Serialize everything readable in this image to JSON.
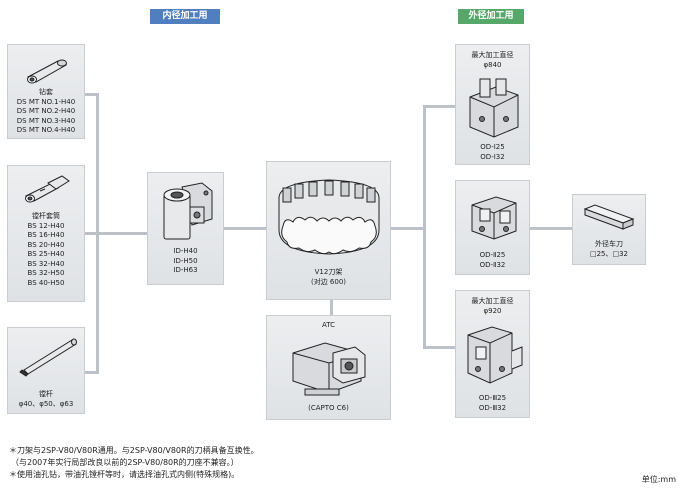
{
  "headers": {
    "inner": "内径加工用",
    "outer": "外径加工用"
  },
  "inner_tools": [
    {
      "name": "钻套",
      "models": [
        "DS MT NO.1-H40",
        "DS MT NO.2-H40",
        "DS MT NO.3-H40",
        "DS MT NO.4-H40"
      ],
      "icon": "drill-sleeve-icon"
    },
    {
      "name": "镗杆套筒",
      "models": [
        "BS 12-H40",
        "BS 16-H40",
        "BS 20-H40",
        "BS 25-H40",
        "BS 32-H40",
        "BS 32-H50",
        "BS 40-H50"
      ],
      "icon": "boring-sleeve-icon"
    },
    {
      "name": "镗杆",
      "models": [
        "φ40、φ50、φ63"
      ],
      "icon": "boring-bar-icon"
    }
  ],
  "id_holder": {
    "models": [
      "ID-H40",
      "ID-H50",
      "ID-H63"
    ],
    "icon": "id-holder-icon"
  },
  "turret": {
    "lines": [
      "V12刀架",
      "(对边 600)"
    ],
    "icon": "turret-icon"
  },
  "atc": {
    "title": "ATC",
    "caption": "(CAPTO C6)",
    "icon": "atc-unit-icon"
  },
  "od_holders": [
    {
      "title_lines": [
        "最大加工直径",
        "φ840"
      ],
      "models": [
        "OD-Ⅰ25",
        "OD-Ⅰ32"
      ],
      "icon": "od-holder-1-icon"
    },
    {
      "title_lines": [],
      "models": [
        "OD-Ⅱ25",
        "OD-Ⅱ32"
      ],
      "icon": "od-holder-2-icon"
    },
    {
      "title_lines": [
        "最大加工直径",
        "φ920"
      ],
      "models": [
        "OD-Ⅲ25",
        "OD-Ⅲ32"
      ],
      "icon": "od-holder-3-icon"
    }
  ],
  "od_tool": {
    "name": "外径车刀",
    "spec": "□25、□32",
    "icon": "od-turning-tool-icon"
  },
  "notes": [
    "＊刀架与2SP-V80/V80R通用。与2SP-V80/V80R的刀柄具备互换性。",
    "（与2007年实行局部改良以前的2SP-V80/80R的刀座不兼容。）",
    "＊使用油孔钻，带油孔镗杆等时，请选择油孔式内侧(特殊规格)。"
  ],
  "unit": "单位:mm",
  "colors": {
    "inner_header": "#4f7fbf",
    "outer_header": "#56a86a",
    "line": "#bcc2c8"
  }
}
